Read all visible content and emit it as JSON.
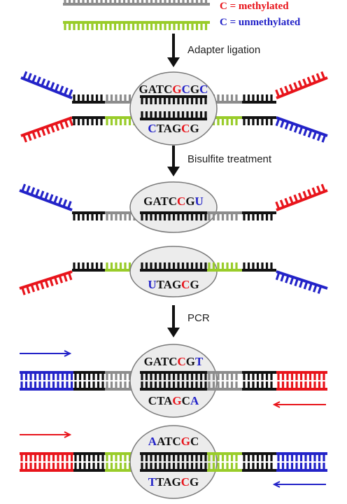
{
  "legend": {
    "methylated": "C = methylated",
    "unmethylated": "C = unmethylated"
  },
  "steps": {
    "ligation": "Adapter ligation",
    "bisulfite": "Bisulfite treatment",
    "pcr": "PCR"
  },
  "colors": {
    "methylated": "#e8141b",
    "unmethylated": "#2323c8",
    "insert_grey": "#8c8c8c",
    "insert_green": "#99cc2a",
    "adapter_black": "#111111",
    "arrow_blue": "#2323c8",
    "arrow_red": "#e8141b"
  },
  "sequences": {
    "ligated_top": [
      {
        "t": "GATC",
        "c": "k"
      },
      {
        "t": "G",
        "c": "m"
      },
      {
        "t": "C",
        "c": "u"
      },
      {
        "t": "G",
        "c": "k"
      },
      {
        "t": "C",
        "c": "u"
      }
    ],
    "ligated_bottom": [
      {
        "t": "C",
        "c": "u"
      },
      {
        "t": "TAG",
        "c": "k"
      },
      {
        "t": "C",
        "c": "m"
      },
      {
        "t": "G",
        "c": "k"
      }
    ],
    "bisulfite_top": [
      {
        "t": "GATC",
        "c": "k"
      },
      {
        "t": "C",
        "c": "m"
      },
      {
        "t": "G",
        "c": "k"
      },
      {
        "t": "U",
        "c": "u"
      }
    ],
    "bisulfite_bottom": [
      {
        "t": "U",
        "c": "u"
      },
      {
        "t": "TAG",
        "c": "k"
      },
      {
        "t": "C",
        "c": "m"
      },
      {
        "t": "G",
        "c": "k"
      }
    ],
    "pcr1_top": [
      {
        "t": "GATC",
        "c": "k"
      },
      {
        "t": "C",
        "c": "m"
      },
      {
        "t": "G",
        "c": "k"
      },
      {
        "t": "T",
        "c": "u"
      }
    ],
    "pcr1_bottom": [
      {
        "t": "CTA",
        "c": "k"
      },
      {
        "t": "G",
        "c": "m"
      },
      {
        "t": "C",
        "c": "k"
      },
      {
        "t": "A",
        "c": "u"
      }
    ],
    "pcr2_top": [
      {
        "t": "A",
        "c": "u"
      },
      {
        "t": "ATC",
        "c": "k"
      },
      {
        "t": "G",
        "c": "m"
      },
      {
        "t": "C",
        "c": "k"
      }
    ],
    "pcr2_bottom": [
      {
        "t": "T",
        "c": "u"
      },
      {
        "t": "TAG",
        "c": "k"
      },
      {
        "t": "C",
        "c": "m"
      },
      {
        "t": "G",
        "c": "k"
      }
    ]
  }
}
